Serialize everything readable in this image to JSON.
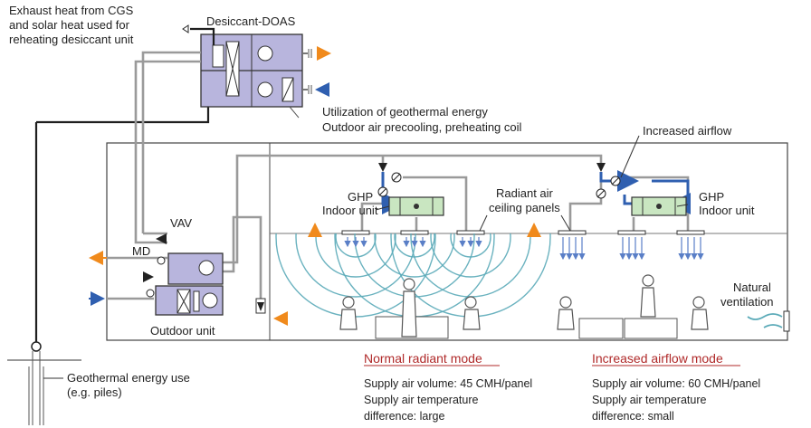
{
  "labels": {
    "exhaust_heat": [
      "Exhaust heat from CGS",
      "and solar heat used for",
      "reheating desiccant unit"
    ],
    "desiccant_doas": "Desiccant-DOAS",
    "geothermal_util": [
      "Utilization of geothermal energy",
      "Outdoor air precooling, preheating coil"
    ],
    "increased_airflow": "Increased airflow",
    "ghp_left": [
      "GHP",
      "Indoor unit"
    ],
    "ghp_right": [
      "GHP",
      "Indoor unit"
    ],
    "radiant_panels": [
      "Radiant air",
      "ceiling panels"
    ],
    "vav": "VAV",
    "md": "MD",
    "outdoor_unit": "Outdoor unit",
    "natural_ventilation": [
      "Natural",
      "ventilation"
    ],
    "geothermal_use": [
      "Geothermal energy use",
      "(e.g. piles)"
    ]
  },
  "modes": {
    "normal": {
      "title": "Normal radiant mode",
      "lines": [
        "Supply air volume: 45 CMH/panel",
        "Supply air temperature",
        "difference: large"
      ]
    },
    "increased": {
      "title": "Increased airflow mode",
      "lines": [
        "Supply air volume: 60 CMH/panel",
        "Supply air temperature",
        "difference: small"
      ]
    }
  },
  "colors": {
    "unit_fill": "#b8b5dd",
    "ghp_fill": "#c9e6c1",
    "supply_arrow": "#2f5fb0",
    "exhaust_arrow": "#f08a1c",
    "radiant_wave": "#5aaab8",
    "mode_title": "#b02a2a",
    "duct": "#9a9a9a"
  }
}
